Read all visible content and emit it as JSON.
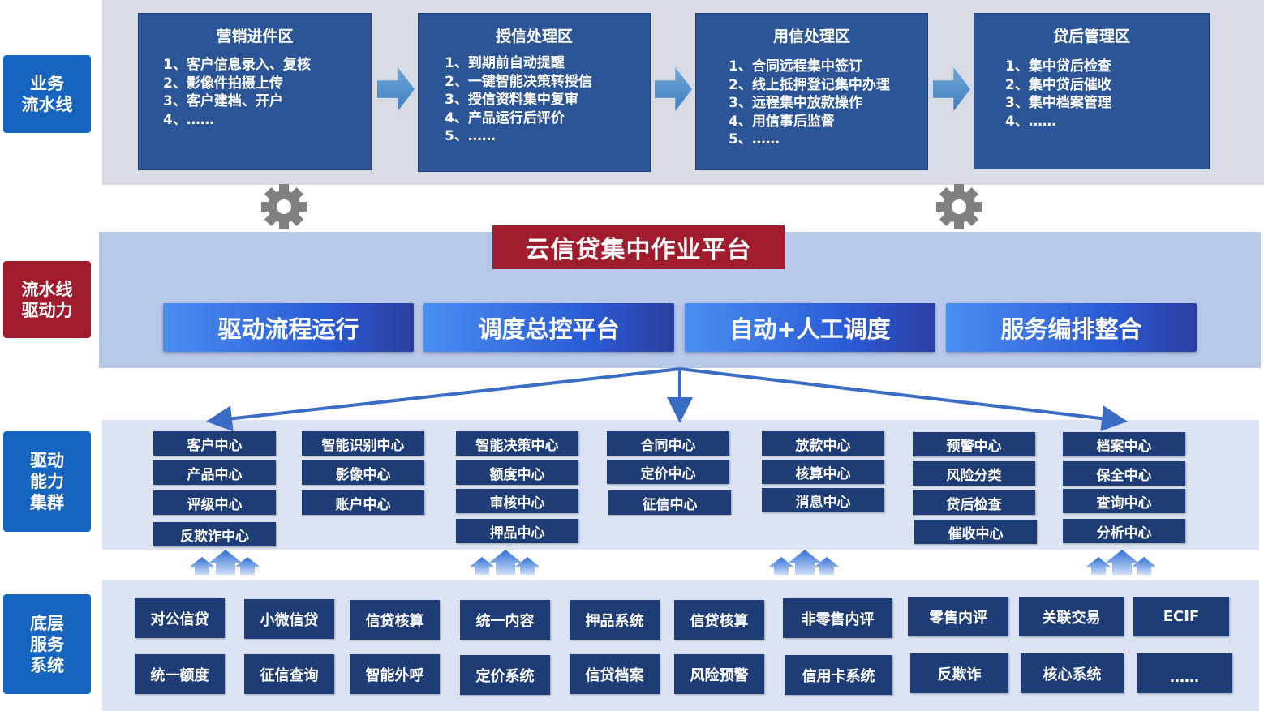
{
  "side_labels": {
    "business_pipeline": "业务\n流水线",
    "pipeline_driver": "流水线\n驱动力",
    "capability_cluster": "驱动\n能力\n集群",
    "base_services": "底层\n服务\n系统"
  },
  "zones": [
    {
      "title": "营销进件区",
      "items": [
        "1、客户信息录入、复核",
        "2、影像件拍摄上传",
        "3、客户建档、开户",
        "4、……"
      ]
    },
    {
      "title": "授信处理区",
      "items": [
        "1、到期前自动提醒",
        "2、一键智能决策转授信",
        "3、授信资料集中复审",
        "4、产品运行后评价",
        "5、……"
      ]
    },
    {
      "title": "用信处理区",
      "items": [
        "1、合同远程集中签订",
        "2、线上抵押登记集中办理",
        "3、远程集中放款操作",
        "4、用信事后监督",
        "5、……"
      ]
    },
    {
      "title": "贷后管理区",
      "items": [
        "1、集中贷后检查",
        "2、集中贷后催收",
        "3、集中档案管理",
        "4、……"
      ]
    }
  ],
  "platform": {
    "title": "云信贷集中作业平台",
    "functions": [
      "驱动流程运行",
      "调度总控平台",
      "自动+人工调度",
      "服务编排整合"
    ]
  },
  "centers": [
    [
      "客户中心",
      "产品中心",
      "评级中心",
      "反欺诈中心"
    ],
    [
      "智能识别中心",
      "影像中心",
      "账户中心"
    ],
    [
      "智能决策中心",
      "额度中心",
      "审核中心",
      "押品中心"
    ],
    [
      "合同中心",
      "定价中心",
      "征信中心"
    ],
    [
      "放款中心",
      "核算中心",
      "消息中心"
    ],
    [
      "预警中心",
      "风险分类",
      "贷后检查",
      "催收中心"
    ],
    [
      "档案中心",
      "保全中心",
      "查询中心",
      "分析中心"
    ]
  ],
  "systems": {
    "row1": [
      "对公信贷",
      "小微信贷",
      "信贷核算",
      "统一内容",
      "押品系统",
      "信贷核算",
      "非零售内评",
      "零售内评",
      "关联交易",
      "ECIF"
    ],
    "row2": [
      "统一额度",
      "征信查询",
      "智能外呼",
      "定价系统",
      "信贷档案",
      "风险预警",
      "信用卡系统",
      "反欺诈",
      "核心系统",
      "……"
    ]
  },
  "colors": {
    "zone_blue": "#2b5596",
    "label_blue": "#1565c0",
    "accent_red": "#a01b2c",
    "box_navy": "#1e3c75",
    "connector_blue": "#3a6cc6",
    "gear_grey": "#808080"
  }
}
